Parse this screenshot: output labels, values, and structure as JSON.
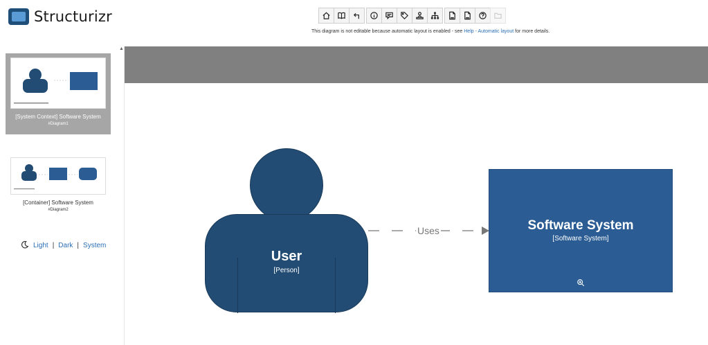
{
  "app": {
    "name": "Structurizr"
  },
  "toolbar": {
    "groups": [
      [
        "home-icon",
        "book-icon",
        "undo-icon"
      ],
      [
        "info-icon",
        "comment-icon",
        "tag-icon",
        "person-stamp-icon",
        "hierarchy-icon"
      ],
      [
        "png-export-icon",
        "svg-export-icon",
        "help-icon",
        "folder-icon"
      ]
    ]
  },
  "notice": {
    "prefix": "This diagram is not editable because automatic layout is enabled - see ",
    "link": "Help - Automatic layout",
    "suffix": " for more details."
  },
  "sidebar": {
    "diagrams": [
      {
        "title": "[System Context] Software System",
        "key": "#Diagram1",
        "selected": true
      },
      {
        "title": "[Container] Software System",
        "key": "#Diagram2",
        "selected": false
      }
    ],
    "theme": {
      "light": "Light",
      "dark": "Dark",
      "system": "System",
      "sep": "|"
    }
  },
  "diagram": {
    "person": {
      "name": "User",
      "type": "[Person]",
      "color": "#224c73"
    },
    "system": {
      "name": "Software System",
      "type": "[Software System]",
      "color": "#2b5d94"
    },
    "relationship": {
      "label": "Uses"
    },
    "banner_color": "#808080"
  }
}
